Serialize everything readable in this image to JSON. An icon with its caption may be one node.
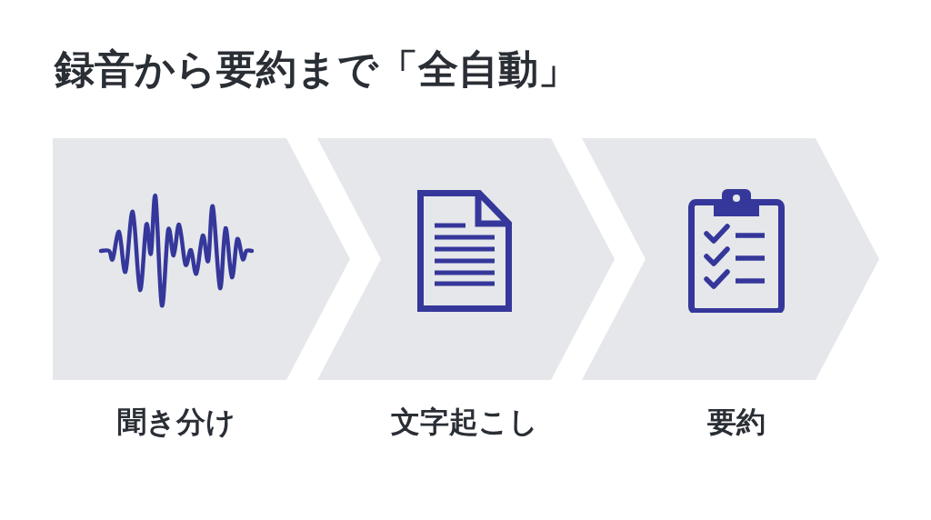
{
  "diagram": {
    "title": "録音から要約まで「全自動」",
    "nodes": [
      {
        "text": [
          "聞き分け"
        ]
      },
      {
        "text": [
          "文字起こし"
        ]
      },
      {
        "text": [
          "要約"
        ]
      }
    ]
  }
}
